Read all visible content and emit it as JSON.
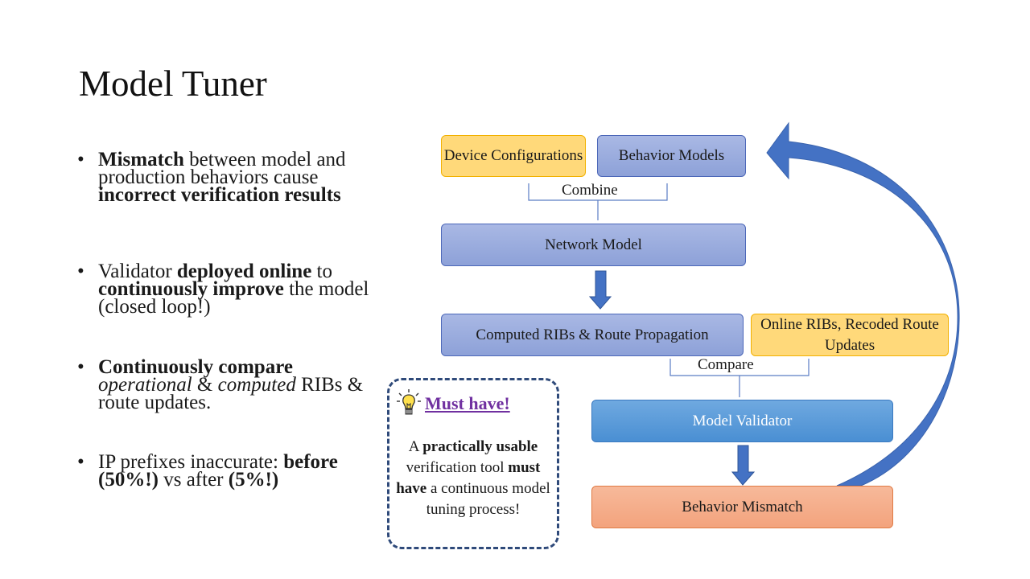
{
  "title": "Model Tuner",
  "bullets": {
    "b1": {
      "bold1": "Mismatch",
      "text1": " between model and production behaviors cause ",
      "bold2": "incorrect verification results"
    },
    "b2": {
      "text1": "Validator ",
      "bold1": "deployed online",
      "text2": " to ",
      "bold2": "continuously improve",
      "text3": " the model (closed loop!)"
    },
    "b3": {
      "bold1": "Continuously compare",
      "ital1": "operational",
      "text1": " & ",
      "ital2": "computed",
      "text2": " RIBs & route updates."
    },
    "b4": {
      "text1": "IP prefixes inaccurate: ",
      "bold1": "before (50%!)",
      "text2": " vs after ",
      "bold2": "(5%!)"
    }
  },
  "diagram": {
    "device_configurations": "Device Configurations",
    "behavior_models": "Behavior Models",
    "combine": "Combine",
    "network_model": "Network Model",
    "computed_ribs": "Computed RIBs & Route Propagation",
    "online_ribs": "Online RIBs, Recoded Route Updates",
    "compare": "Compare",
    "model_validator": "Model Validator",
    "behavior_mismatch": "Behavior Mismatch"
  },
  "callout": {
    "title": "Must have!",
    "t1": "A ",
    "b1": "practically usable",
    "t2": " verification tool ",
    "b2": "must have",
    "t3": " a continuous model tuning process!"
  },
  "colors": {
    "arrow": "#4472c4",
    "callout_border": "#2f4a7a",
    "must_have": "#7030a0"
  }
}
